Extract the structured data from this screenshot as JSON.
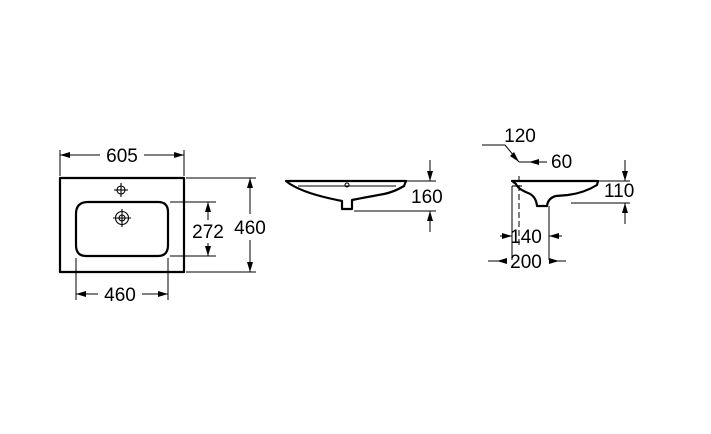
{
  "dimensions": {
    "top_view": {
      "overall_width": "605",
      "basin_width": "460",
      "overall_depth": "460",
      "basin_depth": "272"
    },
    "front_section": {
      "height": "160"
    },
    "side_section": {
      "top_offset": "120",
      "tap_offset": "60",
      "height": "110",
      "depth_inner": "140",
      "depth_overall": "200"
    }
  }
}
